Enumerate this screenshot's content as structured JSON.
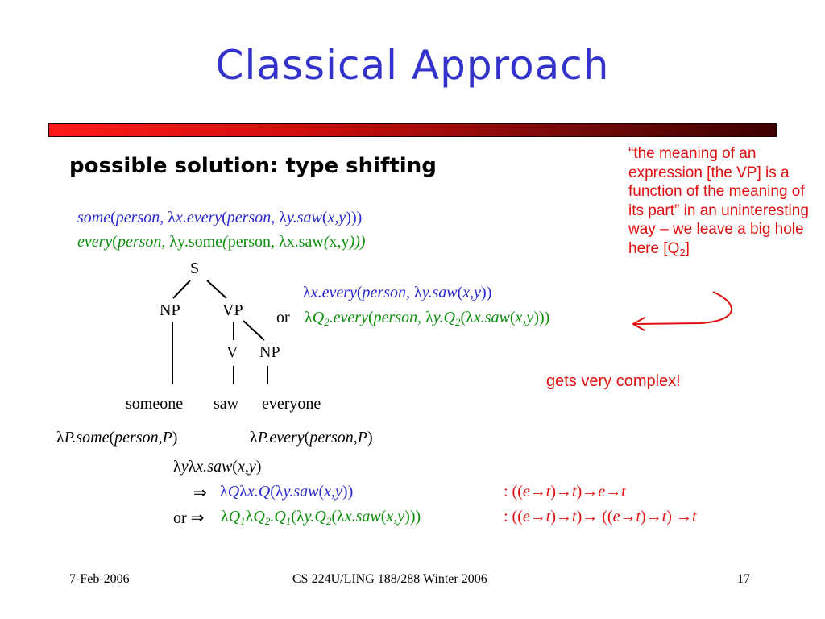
{
  "title": "Classical Approach",
  "subtitle": "possible solution: type shifting",
  "readings": {
    "line1": [
      "some",
      "(",
      "person",
      ", ",
      "λ",
      "x.every",
      "(",
      "person, ",
      "λ",
      "y.saw",
      "(",
      "x,y",
      ")))"
    ],
    "line2": [
      "every",
      "(",
      "person, ",
      "λ",
      "y.some",
      "(",
      "person",
      ", ",
      "λ",
      "x.saw",
      "(",
      "x,y",
      ")))"
    ]
  },
  "tree": {
    "S": "S",
    "NP1": "NP",
    "VP": "VP",
    "V": "V",
    "NP2": "NP",
    "w1": "someone",
    "w2": "saw",
    "w3": "everyone"
  },
  "vp_meaning": {
    "option1": [
      "λ",
      "x.every",
      "(",
      "person, ",
      "λ",
      "y.saw",
      "(",
      "x,y",
      "))"
    ],
    "or": "or",
    "option2": [
      "λ",
      "Q",
      "2",
      ".every",
      "(",
      "person, ",
      "λ",
      "y.Q",
      "2",
      "(",
      "λ",
      "x.saw",
      "(",
      "x,y",
      ")))"
    ]
  },
  "note": {
    "text_before": "“the meaning of an expression [the VP] is a function of the meaning of its part” in an uninteresting way – we leave a big hole here [Q",
    "sub": "2",
    "text_after": "]"
  },
  "complex": "gets very complex!",
  "gq": {
    "some": [
      "λ",
      "P.some",
      "(",
      "person,P",
      ")"
    ],
    "every": [
      "λ",
      "P.every",
      "(",
      "person,P",
      ")"
    ]
  },
  "saw": {
    "base": [
      "λ",
      "y",
      "λ",
      "x.saw",
      "(",
      "x",
      ",",
      "y",
      ")"
    ],
    "arrow": "⇒",
    "shift1": [
      "λ",
      "Q",
      "λ",
      "x.Q",
      "(",
      "λ",
      "y.saw",
      "(",
      "x,y",
      "))"
    ],
    "or": "or",
    "shift2": [
      "λ",
      "Q",
      "1",
      "λ",
      "Q",
      "2",
      ".Q",
      "1",
      "(",
      "λ",
      "y.Q",
      "2",
      "(",
      "λ",
      "x.saw",
      "(",
      "x,y",
      ")))"
    ],
    "type1": [
      ": ((",
      "e",
      "→",
      "t",
      ")",
      "→",
      "t",
      ")",
      "→",
      "e",
      "→",
      "t"
    ],
    "type2": [
      ": ((",
      "e",
      "→",
      "t",
      ")",
      "→",
      "t",
      ")",
      "→ ((",
      "e",
      "→",
      "t",
      ")",
      "→",
      "t",
      ") ",
      "→",
      "t"
    ]
  },
  "footer": {
    "date": "7-Feb-2006",
    "course": "CS 224U/LING 188/288 Winter 2006",
    "page": "17"
  },
  "colors": {
    "title": "#3333cc",
    "blue": "#2929cc",
    "green": "#0b8f0b",
    "red": "#e01010"
  }
}
